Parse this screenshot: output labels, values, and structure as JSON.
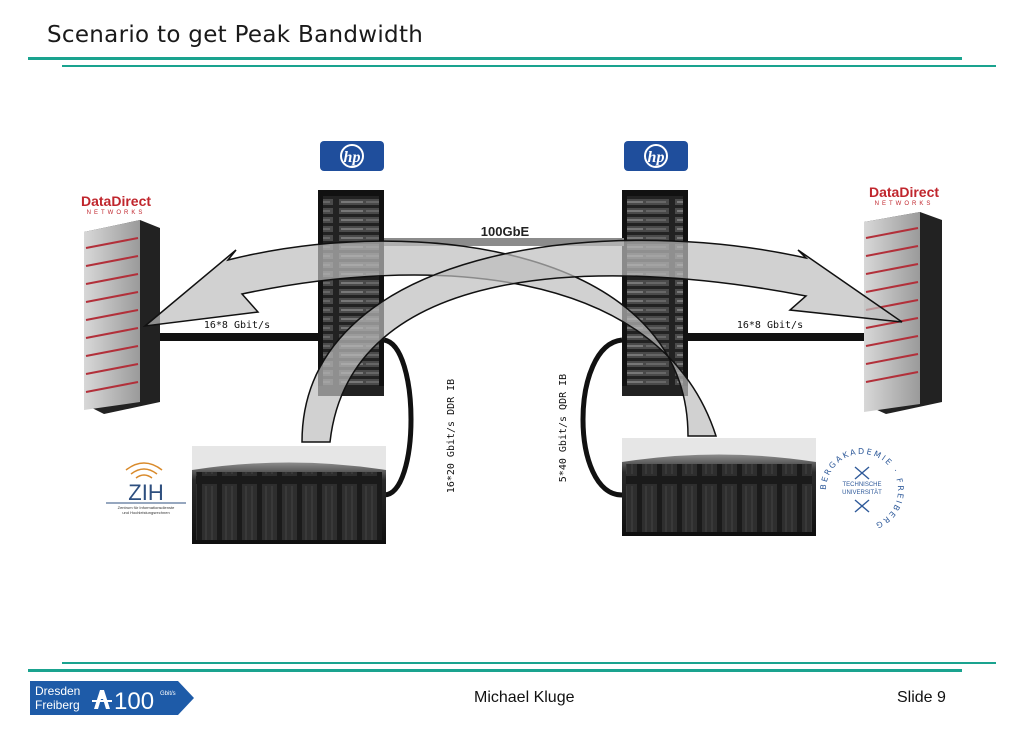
{
  "slide": {
    "title": "Scenario to get Peak Bandwidth",
    "footer_author": "Michael Kluge",
    "footer_slide": "Slide 9",
    "accent_color": "#1aa38f"
  },
  "logos": {
    "footer": {
      "line1": "Dresden",
      "line2": "Freiberg",
      "number": "100",
      "unit": "Gbit/s"
    },
    "hp": "hp",
    "ddn": {
      "name": "DataDirect",
      "sub": "NETWORKS"
    },
    "zih": {
      "name": "ZIH",
      "sub1": "Zentrum für Informationsdienste",
      "sub2": "und Hochleistungsrechnen"
    },
    "tu": {
      "ring": "BERGAKADEMIE · FREIBERG",
      "line1": "TECHNISCHE",
      "line2": "UNIVERSITÄT"
    }
  },
  "diagram": {
    "link_center": "100GbE",
    "link_left": "16*8 Gbit/s",
    "link_right": "16*8 Gbit/s",
    "ib_left": "16*20 Gbit/s DDR IB",
    "ib_right": "5*40 Gbit/s QDR IB"
  }
}
